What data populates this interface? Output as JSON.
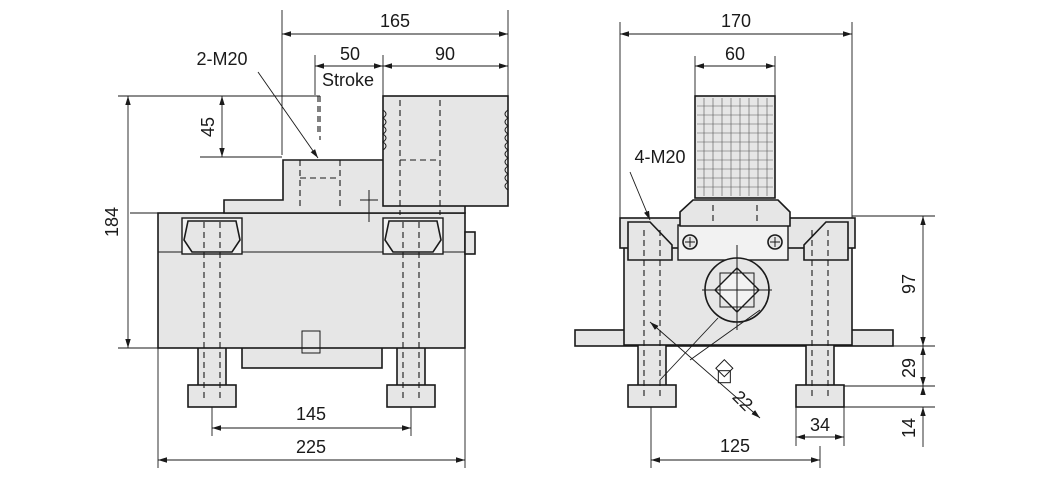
{
  "labels": {
    "left_thread": "2-M20",
    "stroke": "Stroke",
    "right_thread": "4-M20",
    "wrench_size": "22"
  },
  "dimensions": {
    "left_view": {
      "overall_width": "165",
      "stroke": "50",
      "jaw": "90",
      "stroke_height": "45",
      "total_height": "184",
      "bolt_spacing": "145",
      "base_width": "225"
    },
    "right_view": {
      "overall_width": "170",
      "jaw_width": "60",
      "body_height": "97",
      "foot_height": "29",
      "foot_bottom": "14",
      "foot_width": "34",
      "bolt_spacing": "125"
    }
  }
}
